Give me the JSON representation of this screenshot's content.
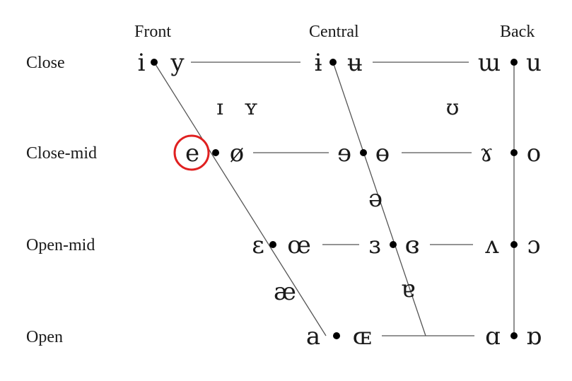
{
  "columns": {
    "front": "Front",
    "central": "Central",
    "back": "Back"
  },
  "rows": {
    "close": "Close",
    "close_mid": "Close-mid",
    "open_mid": "Open-mid",
    "open": "Open"
  },
  "vowels": {
    "close": {
      "front_u": "i",
      "front_r": "y",
      "central_u": "ɨ",
      "central_r": "ʉ",
      "back_u": "ɯ",
      "back_r": "u"
    },
    "near_close": {
      "front_u": "ɪ",
      "front_r": "ʏ",
      "back_r": "ʊ"
    },
    "close_mid": {
      "front_u": "e",
      "front_r": "ø",
      "central_u": "ɘ",
      "central_r": "ɵ",
      "back_u": "ɤ",
      "back_r": "o"
    },
    "mid": {
      "central": "ə"
    },
    "open_mid": {
      "front_u": "ɛ",
      "front_r": "œ",
      "central_u": "ɜ",
      "central_r": "ɞ",
      "back_u": "ʌ",
      "back_r": "ɔ"
    },
    "near_open": {
      "front": "æ",
      "central": "ɐ"
    },
    "open": {
      "front_u": "a",
      "front_r": "ɶ",
      "back_u": "ɑ",
      "back_r": "ɒ"
    }
  },
  "highlight": {
    "symbol": "e",
    "color": "#e02020"
  }
}
